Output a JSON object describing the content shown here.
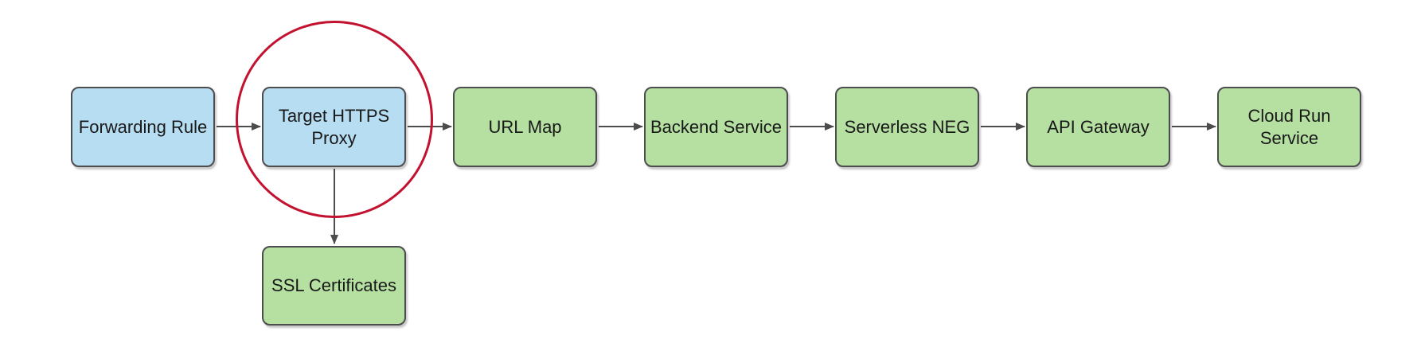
{
  "nodes": [
    {
      "id": "forwarding-rule",
      "label": "Forwarding Rule",
      "color": "blue"
    },
    {
      "id": "target-https-proxy",
      "label": "Target HTTPS\nProxy",
      "color": "blue",
      "highlighted": true
    },
    {
      "id": "url-map",
      "label": "URL Map",
      "color": "green"
    },
    {
      "id": "backend-service",
      "label": "Backend Service",
      "color": "green"
    },
    {
      "id": "serverless-neg",
      "label": "Serverless NEG",
      "color": "green"
    },
    {
      "id": "api-gateway",
      "label": "API Gateway",
      "color": "green"
    },
    {
      "id": "cloud-run-service",
      "label": "Cloud Run\nService",
      "color": "green"
    },
    {
      "id": "ssl-certificates",
      "label": "SSL Certificates",
      "color": "green"
    }
  ],
  "edges": [
    {
      "from": "forwarding-rule",
      "to": "target-https-proxy",
      "direction": "right"
    },
    {
      "from": "target-https-proxy",
      "to": "url-map",
      "direction": "right"
    },
    {
      "from": "url-map",
      "to": "backend-service",
      "direction": "right"
    },
    {
      "from": "backend-service",
      "to": "serverless-neg",
      "direction": "right"
    },
    {
      "from": "serverless-neg",
      "to": "api-gateway",
      "direction": "right"
    },
    {
      "from": "api-gateway",
      "to": "cloud-run-service",
      "direction": "right"
    },
    {
      "from": "target-https-proxy",
      "to": "ssl-certificates",
      "direction": "down"
    }
  ],
  "annotation": {
    "shape": "circle",
    "target": "target-https-proxy",
    "color": "#c2122f"
  },
  "colors": {
    "blue_fill": "#b7ddf2",
    "green_fill": "#b5e0a2",
    "node_border": "#4d4d4d",
    "arrow": "#4d4d4d",
    "text": "#191919",
    "highlight": "#c2122f",
    "background": "#ffffff"
  }
}
